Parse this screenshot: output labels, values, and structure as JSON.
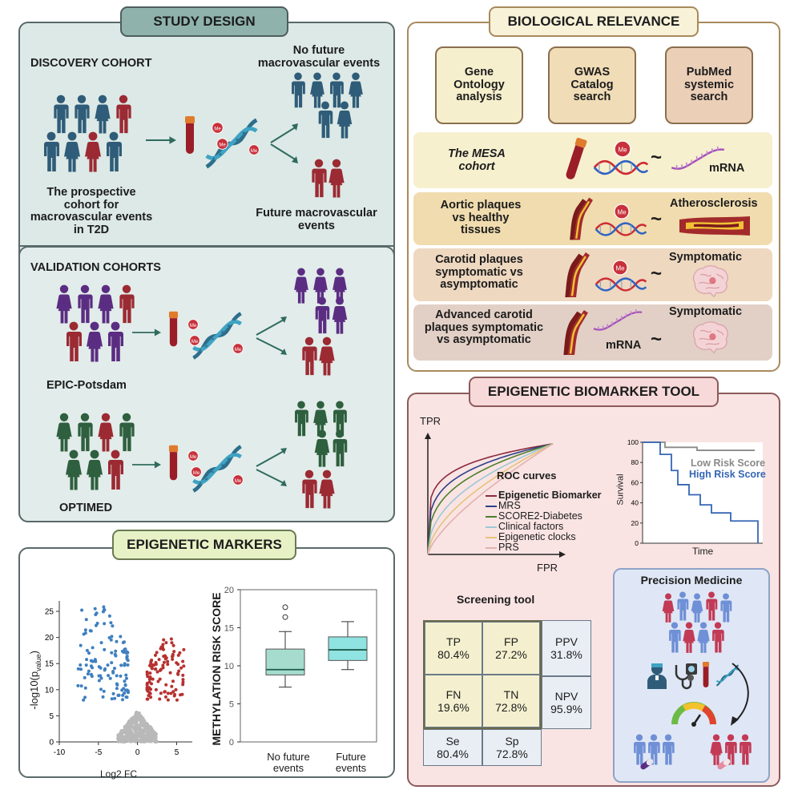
{
  "study_design": {
    "title": "STUDY DESIGN",
    "discovery_cohort": "DISCOVERY COHORT",
    "prospective_cohort_text": [
      "The prospective",
      "cohort for",
      "macrovascular events",
      "in T2D"
    ],
    "no_future_events": [
      "No future",
      "macrovascular events"
    ],
    "future_events": [
      "Future macrovascular",
      "events"
    ],
    "validation_cohorts": "VALIDATION COHORTS",
    "epic": "EPIC-Potsdam",
    "optimed": "OPTIMED",
    "me_label": "Me"
  },
  "biological_relevance": {
    "title": "BIOLOGICAL RELEVANCE",
    "boxes": [
      [
        "Gene",
        "Ontology",
        "analysis"
      ],
      [
        "GWAS",
        "Catalog",
        "search"
      ],
      [
        "PubMed",
        "systemic",
        "search"
      ]
    ],
    "rows": [
      {
        "left": [
          "The MESA",
          "cohort"
        ],
        "right": "mRNA"
      },
      {
        "left": [
          "Aortic plaques",
          "vs healthy",
          "tissues"
        ],
        "right": "Atherosclerosis"
      },
      {
        "left": [
          "Carotid plaques",
          "symptomatic vs",
          "asymptomatic"
        ],
        "right": "Symptomatic"
      },
      {
        "left": [
          "Advanced carotid",
          "plaques symptomatic",
          "vs asymptomatic"
        ],
        "right": "Symptomatic",
        "mid": "mRNA"
      }
    ],
    "tilde": "~"
  },
  "epigenetic_markers": {
    "title": "EPIGENETIC MARKERS",
    "volcano": {
      "ylabel": "-log10(p",
      "ylabel_sub": "value",
      "xlabel": "Log2 FC",
      "xticks": [
        "-10",
        "-5",
        "0",
        "5"
      ],
      "yticks": [
        "0",
        "5",
        "10",
        "15",
        "20",
        "25"
      ]
    },
    "boxplot": {
      "ylabel": "METHYLATION RISK SCORE",
      "yticks": [
        "0",
        "5",
        "10",
        "15",
        "20"
      ],
      "cat1": [
        "No future",
        "events"
      ],
      "cat2": [
        "Future",
        "events"
      ]
    }
  },
  "chart_data": [
    {
      "type": "scatter",
      "xlabel": "Log2 FC",
      "ylabel": "-log10(p value)",
      "xlim": [
        -10,
        7
      ],
      "ylim": [
        0,
        27
      ]
    },
    {
      "type": "box",
      "ylabel": "METHYLATION RISK SCORE",
      "ylim": [
        0,
        20
      ],
      "categories": [
        "No future events",
        "Future events"
      ],
      "boxes": [
        {
          "q1": 8.8,
          "median": 9.5,
          "q3": 12.2,
          "whisker_low": 7.2,
          "whisker_high": 14.5,
          "outliers": [
            16.4,
            17.7
          ]
        },
        {
          "q1": 10.7,
          "median": 12.1,
          "q3": 13.8,
          "whisker_low": 9.5,
          "whisker_high": 15.8,
          "outliers": []
        }
      ],
      "colors": [
        "#a6dccd",
        "#8fe3e0"
      ]
    },
    {
      "type": "line",
      "title": "ROC curves",
      "xlabel": "FPR",
      "ylabel": "TPR",
      "series": [
        {
          "name": "Epigenetic Biomarker",
          "color": "#8b2a3c"
        },
        {
          "name": "MRS",
          "color": "#2e3f8a"
        },
        {
          "name": "SCORE2-Diabetes",
          "color": "#4f7f2e"
        },
        {
          "name": "Clinical factors",
          "color": "#9ec7d4"
        },
        {
          "name": "Epigenetic clocks",
          "color": "#e8c27a"
        },
        {
          "name": "PRS",
          "color": "#e3b0b0"
        }
      ]
    },
    {
      "type": "line",
      "xlabel": "Time",
      "ylabel": "Survival",
      "yticks": [
        "0",
        "20",
        "40",
        "60",
        "80",
        "100"
      ],
      "series": [
        {
          "name": "Low Risk Score",
          "color": "#8a8a8a"
        },
        {
          "name": "High Risk Score",
          "color": "#3566b5"
        }
      ]
    }
  ],
  "biomarker_tool": {
    "title": "EPIGENETIC BIOMARKER TOOL",
    "roc_axis_y": "TPR",
    "roc_axis_x": "FPR",
    "roc_title": "ROC curves",
    "legend": [
      "Epigenetic Biomarker",
      "MRS",
      "SCORE2-Diabetes",
      "Clinical factors",
      "Epigenetic clocks",
      "PRS"
    ],
    "km_ylabel": "Survival",
    "km_xlabel": "Time",
    "km_yticks": [
      "100",
      "80",
      "60",
      "40",
      "20",
      "0"
    ],
    "low_risk": "Low Risk Score",
    "high_risk": "High Risk Score",
    "screening_title": "Screening tool",
    "cells": {
      "tp": [
        "TP",
        "80.4%"
      ],
      "fp": [
        "FP",
        "27.2%"
      ],
      "ppv": [
        "PPV",
        "31.8%"
      ],
      "fn": [
        "FN",
        "19.6%"
      ],
      "tn": [
        "TN",
        "72.8%"
      ],
      "npv": [
        "NPV",
        "95.9%"
      ],
      "se": [
        "Se",
        "80.4%"
      ],
      "sp": [
        "Sp",
        "72.8%"
      ]
    },
    "precision_medicine": "Precision Medicine"
  }
}
